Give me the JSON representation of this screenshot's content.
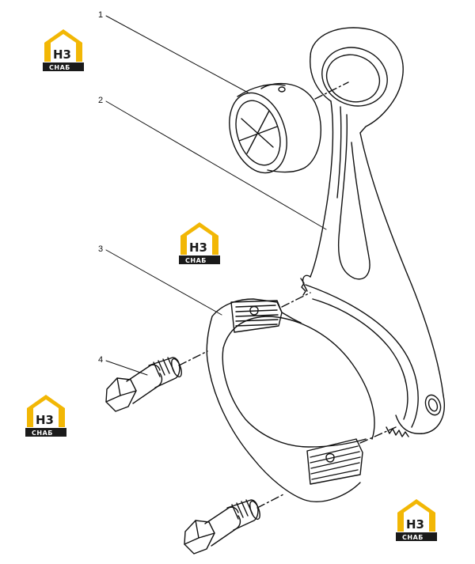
{
  "callouts": [
    {
      "id": "1",
      "label": "1"
    },
    {
      "id": "2",
      "label": "2"
    },
    {
      "id": "3",
      "label": "3"
    },
    {
      "id": "4",
      "label": "4"
    }
  ],
  "watermark": {
    "top_text": "H3",
    "bottom_text": "СНАБ",
    "accent_color": "#f2b705",
    "dark_color": "#1a1a1a"
  },
  "parts": [
    {
      "id": "1",
      "name": "bushing-icon"
    },
    {
      "id": "2",
      "name": "connecting-rod-icon"
    },
    {
      "id": "3",
      "name": "rod-cap-icon"
    },
    {
      "id": "4",
      "name": "rod-bolt-icon"
    }
  ]
}
